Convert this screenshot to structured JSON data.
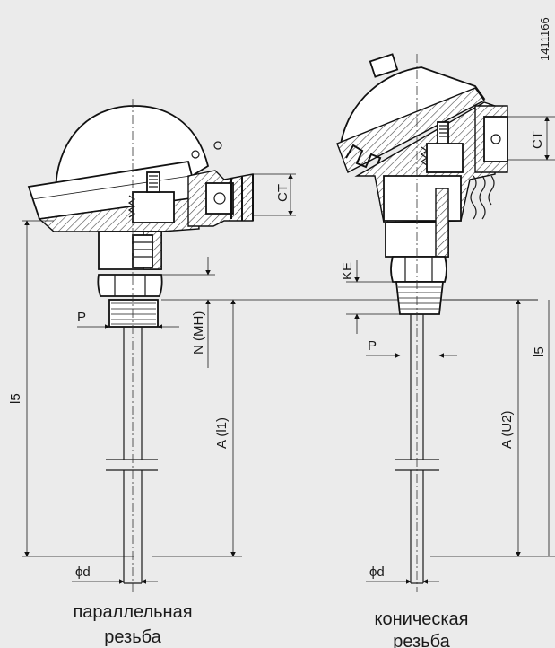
{
  "doc_id": "1411166",
  "left": {
    "caption_line1": "параллельная",
    "caption_line2": "резьба",
    "labels": {
      "l5": "l5",
      "P": "P",
      "N": "N (MH)",
      "A": "A (l1)",
      "CT": "CT",
      "d": "ϕd"
    }
  },
  "right": {
    "caption_line1": "коническая",
    "caption_line2": "резьба",
    "labels": {
      "l5": "l5",
      "P": "P",
      "KE": "KE",
      "A": "A (U2)",
      "CT": "CT",
      "d": "ϕd"
    }
  }
}
